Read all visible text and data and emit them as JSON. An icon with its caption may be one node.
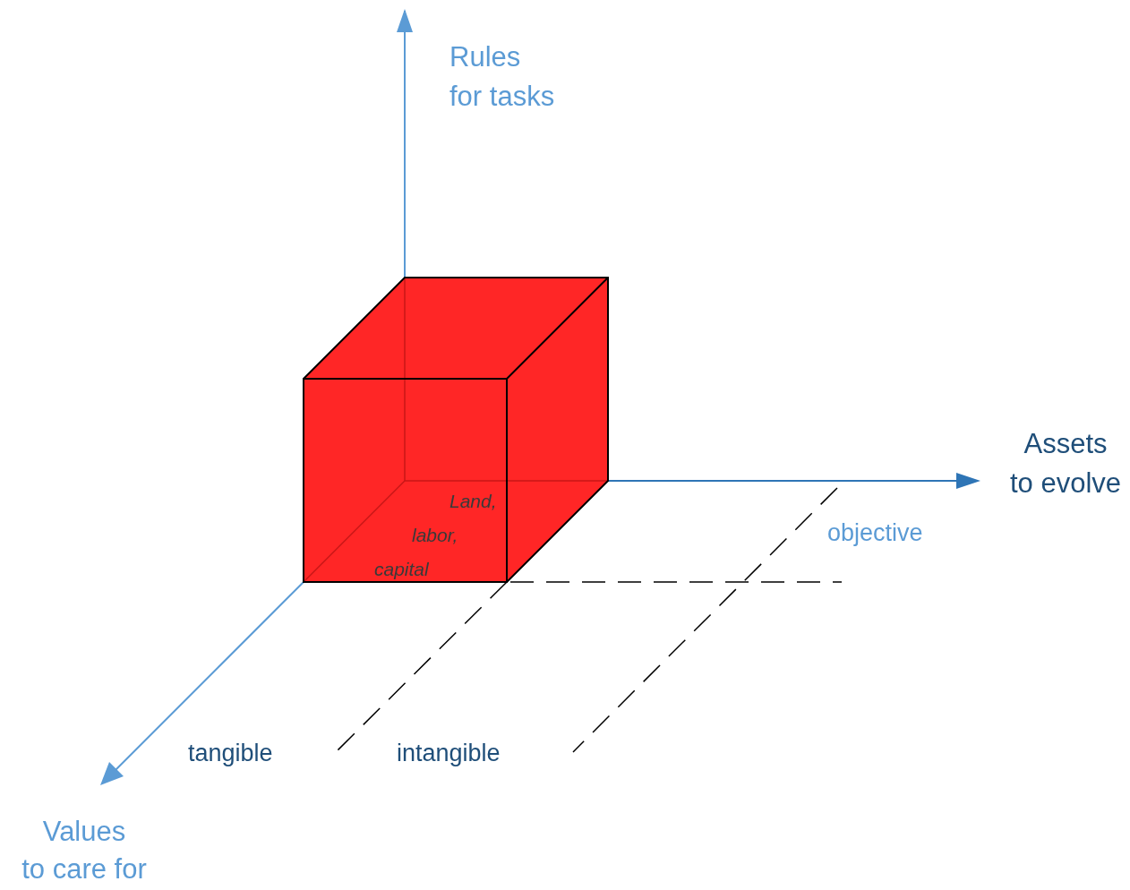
{
  "diagram": {
    "nodes": [
      {
        "text": [
          "Land, labor, capital"
        ]
      }
    ],
    "labels": [
      "Rules for tasks",
      "Assets to evolve",
      "objective",
      "tangible",
      "intangible",
      "Values to care for"
    ]
  }
}
